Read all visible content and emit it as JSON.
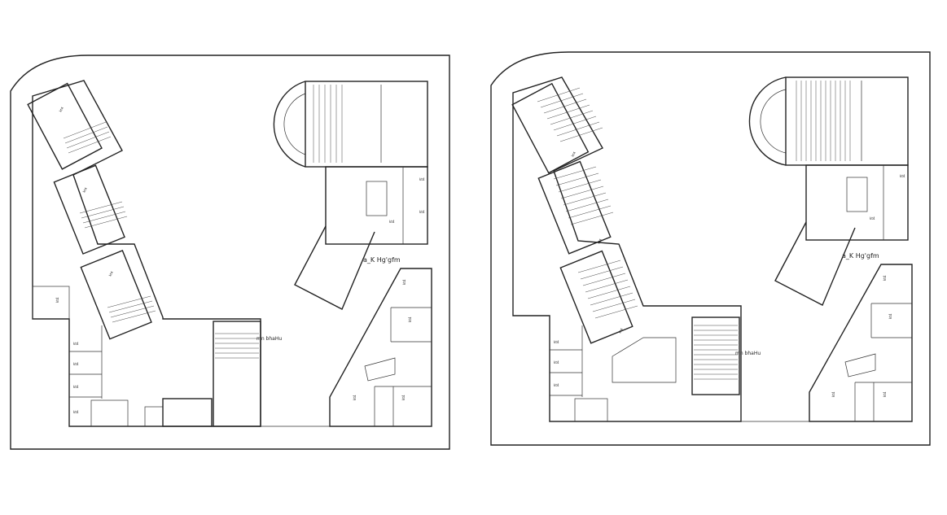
{
  "sheets": [
    {
      "id": "plan-left",
      "center_label": "a_K Hg'gfm",
      "hall_label": "mn bhaHu",
      "room_tags": [
        "kt4",
        "kt4",
        "kt4",
        "kt4",
        "kt4",
        "kt4",
        "kt4",
        "kt4",
        "kt4",
        "kt4",
        "kt4",
        "kt4",
        "kt4",
        "kt4",
        "kt4"
      ]
    },
    {
      "id": "plan-right",
      "center_label": "a_K Hg'gfm",
      "hall_label": "mn bhaHu",
      "room_tags": [
        "kt4",
        "kt4",
        "kt4",
        "kt4",
        "kt4",
        "kt4",
        "kt4",
        "kt4",
        "kt4",
        "kt4",
        "kt4",
        "kt4"
      ]
    }
  ],
  "colors": {
    "background": "#ffffff",
    "line": "#222222"
  }
}
